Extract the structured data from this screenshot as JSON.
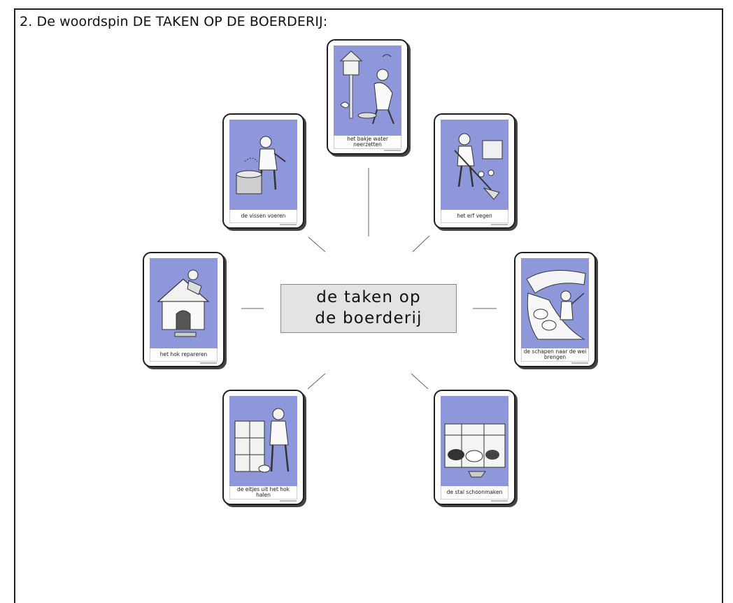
{
  "heading": "2.  De woordspin DE TAKEN OP DE BOERDERIJ:",
  "center": {
    "line1": "de taken op",
    "line2": "de boerderij"
  },
  "cards": [
    {
      "caption": "het bakje water neerzetten",
      "icon": "bird-feeding-icon"
    },
    {
      "caption": "de vissen voeren",
      "icon": "fish-feeding-icon"
    },
    {
      "caption": "het erf vegen",
      "icon": "sweeping-icon"
    },
    {
      "caption": "het hok repareren",
      "icon": "doghouse-repair-icon"
    },
    {
      "caption": "de schapen naar de wei brengen",
      "icon": "sheep-meadow-icon"
    },
    {
      "caption": "de eitjes uit het hok halen",
      "icon": "egg-collecting-icon"
    },
    {
      "caption": "de stal schoonmaken",
      "icon": "stable-cleaning-icon"
    }
  ],
  "colors": {
    "card_picture": "#8d97da",
    "center_box": "#e3e3e3",
    "frame": "#222222"
  }
}
